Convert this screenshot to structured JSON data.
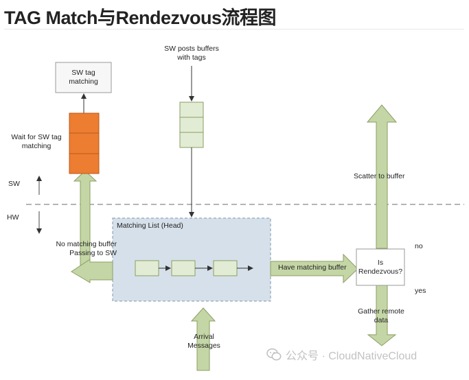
{
  "title": "TAG Match与Rendezvous流程图",
  "labels": {
    "sw_tag_matching": "SW tag\nmatching",
    "wait_for_sw": "Wait for SW tag\nmatching",
    "sw_posts": "SW posts buffers\nwith tags",
    "sw": "SW",
    "hw": "HW",
    "matching_list": "Matching List (Head)",
    "no_matching": "No matching buffer\nPassing to SW",
    "have_matching": "Have matching buffer",
    "is_rendezvous": "Is\nRendezvous?",
    "scatter": "Scatter to buffer",
    "no": "no",
    "yes": "yes",
    "gather": "Gather remote\ndata",
    "arrival": "Arrival\nMessages"
  },
  "watermark": "公众号 · CloudNativeCloud",
  "colors": {
    "orange": "#ed7d31",
    "green_arrow": "#c5d6a6",
    "green_arrow_border": "#8a9e62",
    "light_green": "#e2ecd4",
    "list_bg": "#d6e0ea",
    "list_border": "#7f95ab"
  }
}
